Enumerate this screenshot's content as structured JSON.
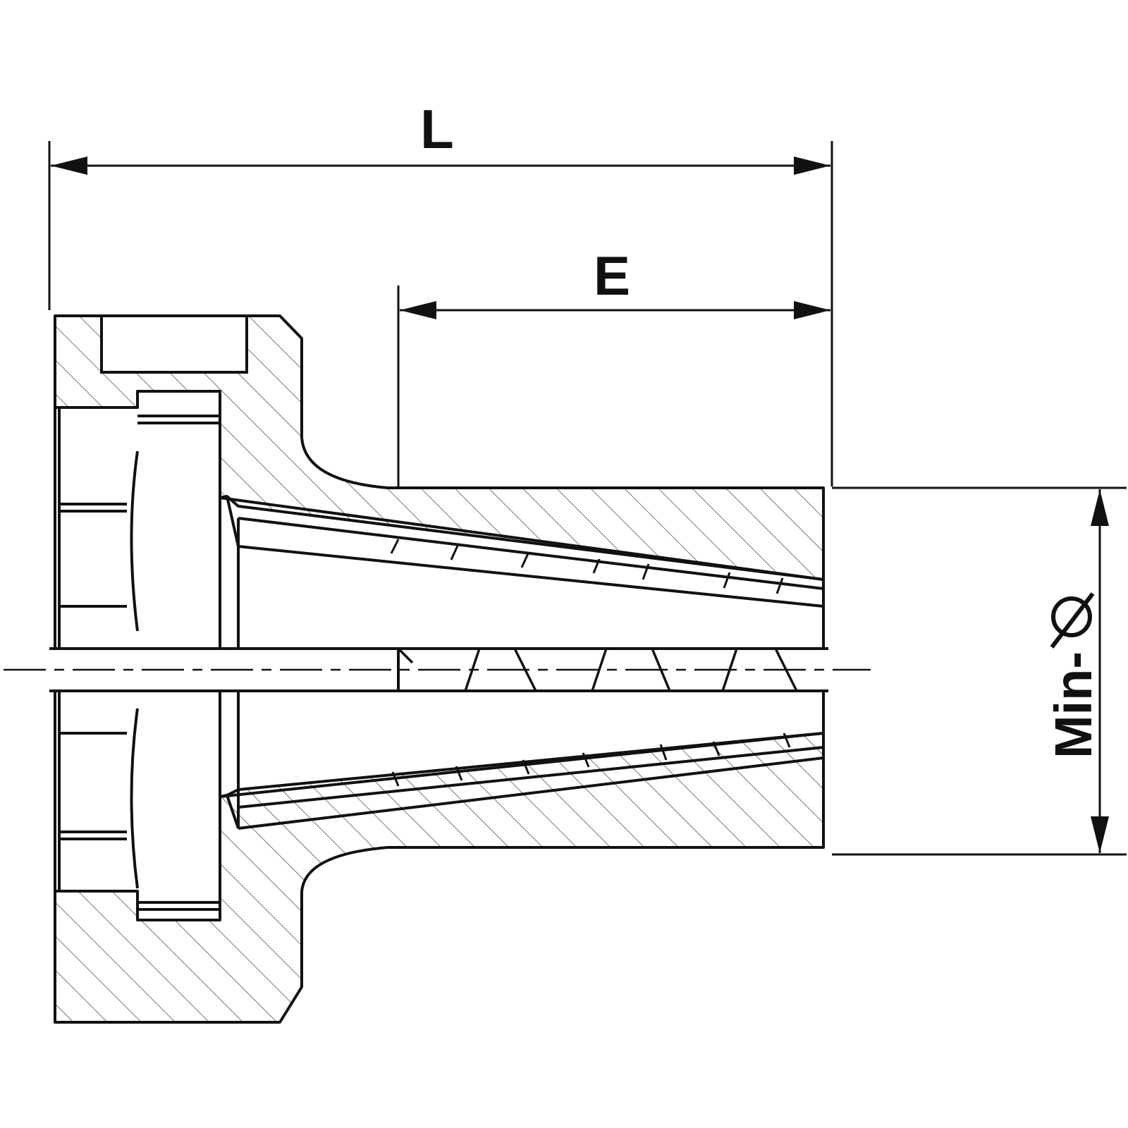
{
  "dimensions": {
    "length_label": "L",
    "engagement_label": "E",
    "min_diameter_label": "Min-",
    "diameter_symbol": "diameter-symbol"
  },
  "colors": {
    "line": "#111111",
    "hatch": "#444444",
    "background": "#ffffff"
  }
}
